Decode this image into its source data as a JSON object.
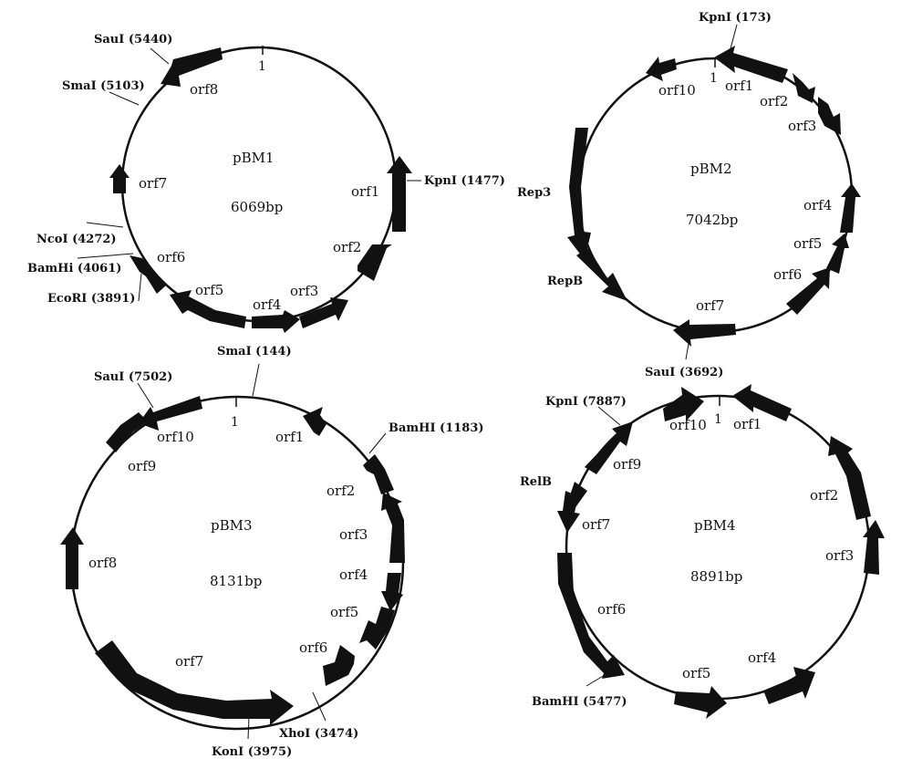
{
  "plasmids": [
    {
      "id": "pbm1",
      "name": "pBM1",
      "size": "6069bp",
      "origin_label": "1",
      "orfs": [
        "orf1",
        "orf2",
        "orf3",
        "orf4",
        "orf5",
        "orf6",
        "orf7",
        "orf8"
      ],
      "sites": [
        "KpnI (1477)",
        "SauI (5440)",
        "SmaI (5103)",
        "NcoI (4272)",
        "BamHi (4061)",
        "EcoRI (3891)"
      ]
    },
    {
      "id": "pbm2",
      "name": "pBM2",
      "size": "7042bp",
      "origin_label": "1",
      "orfs": [
        "orf1",
        "orf2",
        "orf3",
        "orf4",
        "orf5",
        "orf6",
        "orf7",
        "orf10"
      ],
      "other_genes": [
        "Rep3",
        "RepB"
      ],
      "sites": [
        "KpnI (173)",
        "SauI (3692)"
      ]
    },
    {
      "id": "pbm3",
      "name": "pBM3",
      "size": "8131bp",
      "origin_label": "1",
      "orfs": [
        "orf1",
        "orf2",
        "orf3",
        "orf4",
        "orf5",
        "orf6",
        "orf7",
        "orf8",
        "orf9",
        "orf10"
      ],
      "sites": [
        "SmaI (144)",
        "SauI (7502)",
        "BamHI (1183)",
        "XhoI (3474)",
        "KonI (3975)"
      ]
    },
    {
      "id": "pbm4",
      "name": "pBM4",
      "size": "8891bp",
      "origin_label": "1",
      "orfs": [
        "orf1",
        "orf2",
        "orf3",
        "orf4",
        "orf5",
        "orf6",
        "orf7",
        "orf9",
        "orf10"
      ],
      "other_genes": [
        "RelB"
      ],
      "sites": [
        "KpnI (7887)",
        "BamHI (5477)"
      ]
    }
  ]
}
